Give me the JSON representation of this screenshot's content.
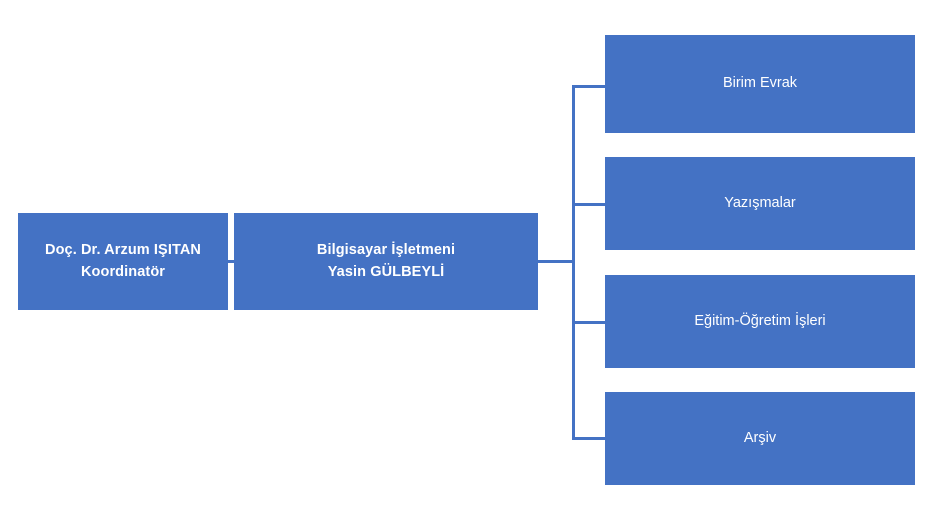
{
  "chart": {
    "type": "org-chart",
    "background_color": "#FFFFFF",
    "node_fill_color": "#4472C4",
    "node_text_color": "#FFFFFF",
    "connector_color": "#4472C4"
  },
  "nodes": {
    "coordinator": {
      "line1": "Doç. Dr. Arzum IŞITAN",
      "line2": "Koordinatör"
    },
    "operator": {
      "line1": "Bilgisayar İşletmeni",
      "line2": "Yasin GÜLBEYLİ"
    },
    "leaves": [
      {
        "label": "Birim Evrak"
      },
      {
        "label": "Yazışmalar"
      },
      {
        "label": "Eğitim-Öğretim İşleri"
      },
      {
        "label": "Arşiv"
      }
    ]
  }
}
